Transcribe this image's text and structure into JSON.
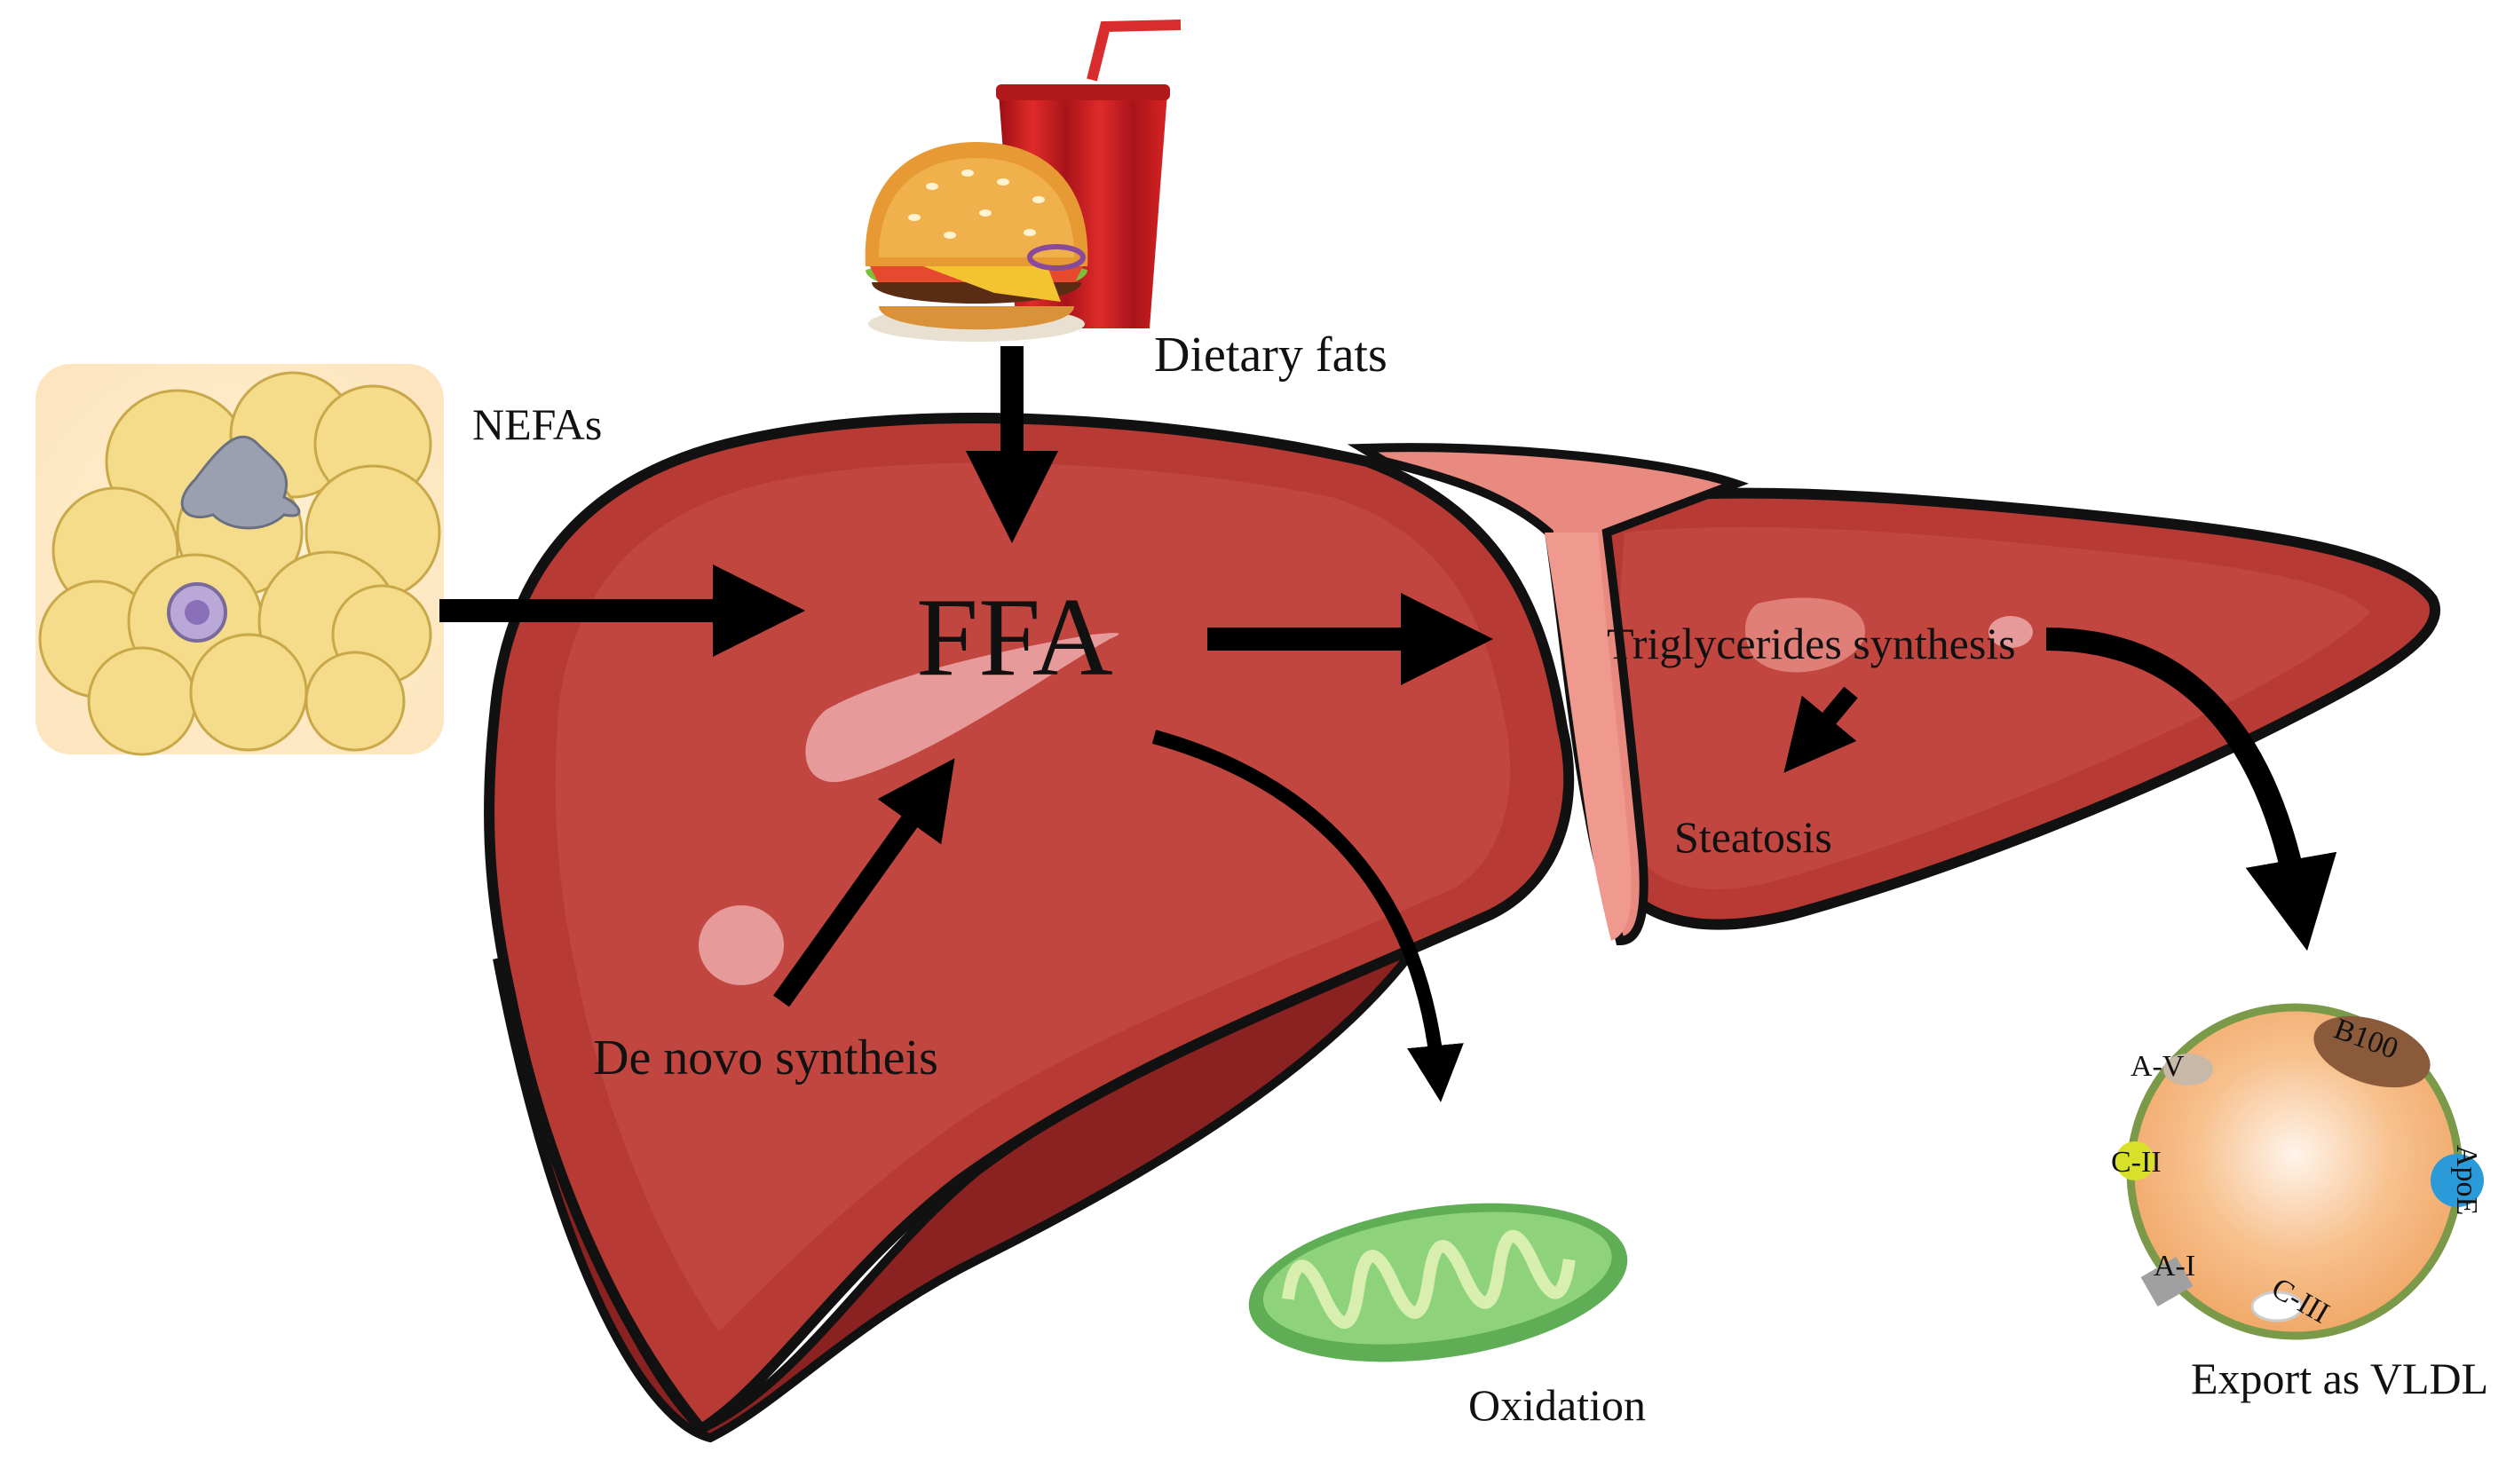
{
  "labels": {
    "dietary_fats": "Dietary fats",
    "nefas": "NEFAs",
    "ffa": "FFA",
    "triglycerides": "Triglycerides synthesis",
    "steatosis": "Steatosis",
    "de_novo": "De novo syntheis",
    "oxidation": "Oxidation",
    "export": "Export as VLDL"
  },
  "vldl": {
    "b100": "B100",
    "av": "A-V",
    "c2": "C-II",
    "apoe": "ApoE",
    "a1": "A-I",
    "c3": "C-III"
  },
  "colors": {
    "liver": "#b83a34",
    "liver_dark": "#8a2222",
    "liver_light": "#c9504a",
    "highlight": "#e79a9a",
    "ligament": "#e07a70",
    "fat_cell": "#f4dc8a",
    "mitochondrion": "#7cc870",
    "vldl": "#f5b47a",
    "vldl_ring": "#7a9a4a",
    "arrow": "#000000"
  }
}
